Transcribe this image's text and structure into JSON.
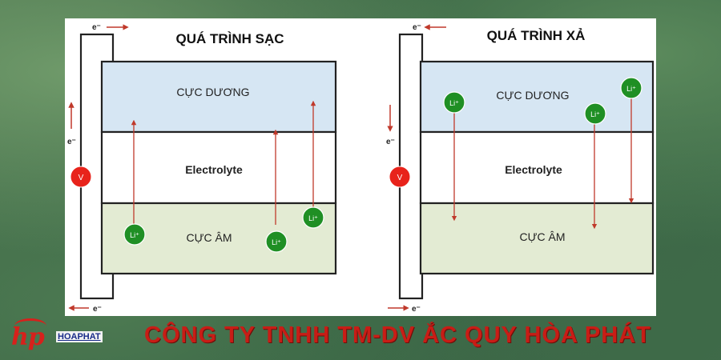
{
  "left_panel": {
    "title": "QUÁ TRÌNH SẠC",
    "positive_label": "CỰC DƯƠNG",
    "electrolyte_label": "Electrolyte",
    "negative_label": "CỰC ÂM",
    "voltmeter": "V",
    "electron": "e⁻",
    "ion": "Li⁺"
  },
  "right_panel": {
    "title": "QUÁ TRÌNH XẢ",
    "positive_label": "CỰC DƯƠNG",
    "electrolyte_label": "Electrolyte",
    "negative_label": "CỰC ÂM",
    "voltmeter": "V",
    "electron": "e⁻",
    "ion": "Li⁺"
  },
  "logo": {
    "mark": "hp",
    "sub": "HOAPHAT"
  },
  "footer": {
    "company": "CÔNG TY TNHH TM-DV ẮC QUY HÒA PHÁT"
  },
  "colors": {
    "positive_fill": "#d6e6f3",
    "negative_fill": "#e3ebd3",
    "ion_fill": "#1f8f24",
    "arrow": "#c0392b",
    "voltmeter": "#e8231b",
    "company_text": "#c81d16"
  }
}
